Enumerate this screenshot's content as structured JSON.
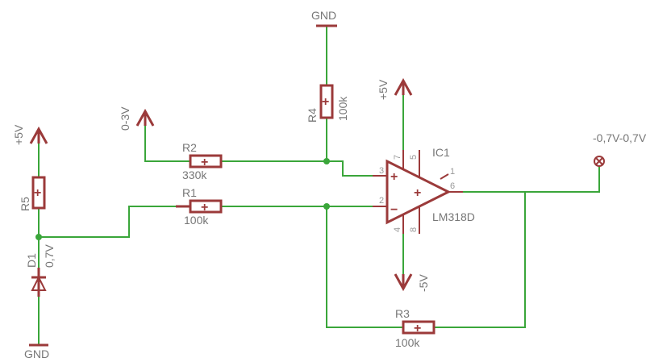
{
  "symbols": {
    "gnd_top": "GND",
    "gnd_bottom": "GND",
    "vcc_left": "+5V",
    "vcc_opamp": "+5V",
    "vee_opamp": "-5V",
    "input": "0-3V",
    "output": "-0,7V-0,7V"
  },
  "parts": {
    "r1": {
      "name": "R1",
      "value": "100k"
    },
    "r2": {
      "name": "R2",
      "value": "330k"
    },
    "r3": {
      "name": "R3",
      "value": "100k"
    },
    "r4": {
      "name": "R4",
      "value": "100k"
    },
    "r5": {
      "name": "R5"
    },
    "d1": {
      "name": "D1",
      "value": "0,7V"
    },
    "ic1": {
      "name": "IC1",
      "value": "LM318D"
    }
  },
  "pins": {
    "p1": "1",
    "p2": "2",
    "p3": "3",
    "p4": "4",
    "p5": "5",
    "p6": "6",
    "p7": "7",
    "p8": "8",
    "plus": "+",
    "minus": "−"
  },
  "colors": {
    "wire": "#3aa63a",
    "component": "#9b3a3a",
    "label": "#777777",
    "pin_number": "#999999"
  }
}
